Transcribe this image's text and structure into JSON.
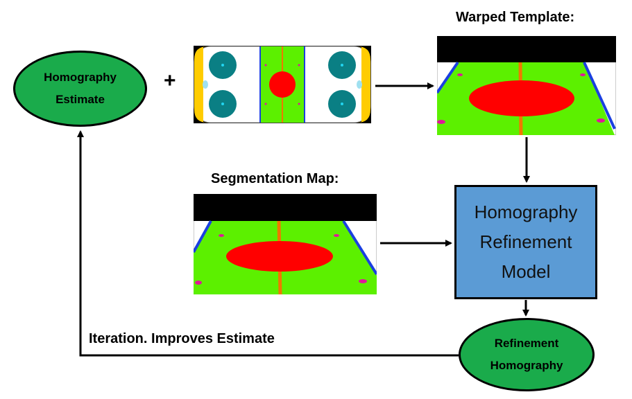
{
  "homography_estimate": {
    "line1": "Homography",
    "line2": "Estimate"
  },
  "plus_sign": "+",
  "warped_template_label": "Warped Template:",
  "segmentation_map_label": "Segmentation Map:",
  "refinement_model": {
    "line1": "Homography",
    "line2": "Refinement",
    "line3": "Model"
  },
  "refinement_homography": {
    "line1": "Refinement",
    "line2": "Homography"
  },
  "iteration_label": "Iteration. Improves Estimate",
  "colors": {
    "ellipse_fill": "#1aab4b",
    "model_box_fill": "#5b9bd5",
    "rink_green": "#5cf000",
    "circle_red": "#ff0000",
    "center_line_orange": "#f07800",
    "boards_blue": "#1a3fe0",
    "faceoff_teal": "#0a7f84",
    "goal_yellow": "#ffcc00",
    "dot_magenta": "#e0189a"
  }
}
